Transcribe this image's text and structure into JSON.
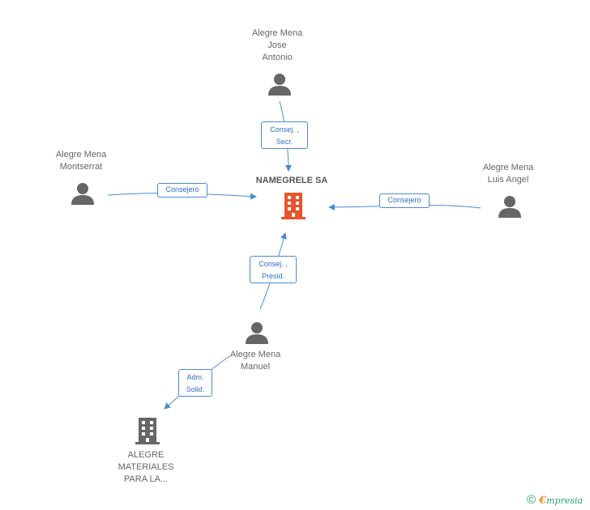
{
  "nodes": {
    "jose": {
      "name": "Alegre Mena\nJose\nAntonio",
      "icon": "person-icon"
    },
    "montserrat": {
      "name": "Alegre Mena\nMontserrat",
      "icon": "person-icon"
    },
    "luis": {
      "name": "Alegre Mena\nLuis Angel",
      "icon": "person-icon"
    },
    "manuel": {
      "name": "Alegre Mena\nManuel",
      "icon": "person-icon"
    },
    "namegrele": {
      "name": "NAMEGRELE SA",
      "icon": "building-icon",
      "color": "#e8542d"
    },
    "alegre_materiales": {
      "name": "ALEGRE\nMATERIALES\nPARA LA...",
      "icon": "building-icon",
      "color": "#666666"
    }
  },
  "edges": {
    "jose_namegrele": "Consej. ,\nSecr.",
    "montserrat_namegrele": "Consejero",
    "luis_namegrele": "Consejero",
    "manuel_namegrele": "Consej. ,\nPresid.",
    "manuel_materiales": "Adm.\nSolid."
  },
  "colors": {
    "edge": "#4a8bd6",
    "person": "#666666"
  },
  "footer": {
    "copyright": "©",
    "brand_first": "€",
    "brand_rest": "mpresia"
  }
}
